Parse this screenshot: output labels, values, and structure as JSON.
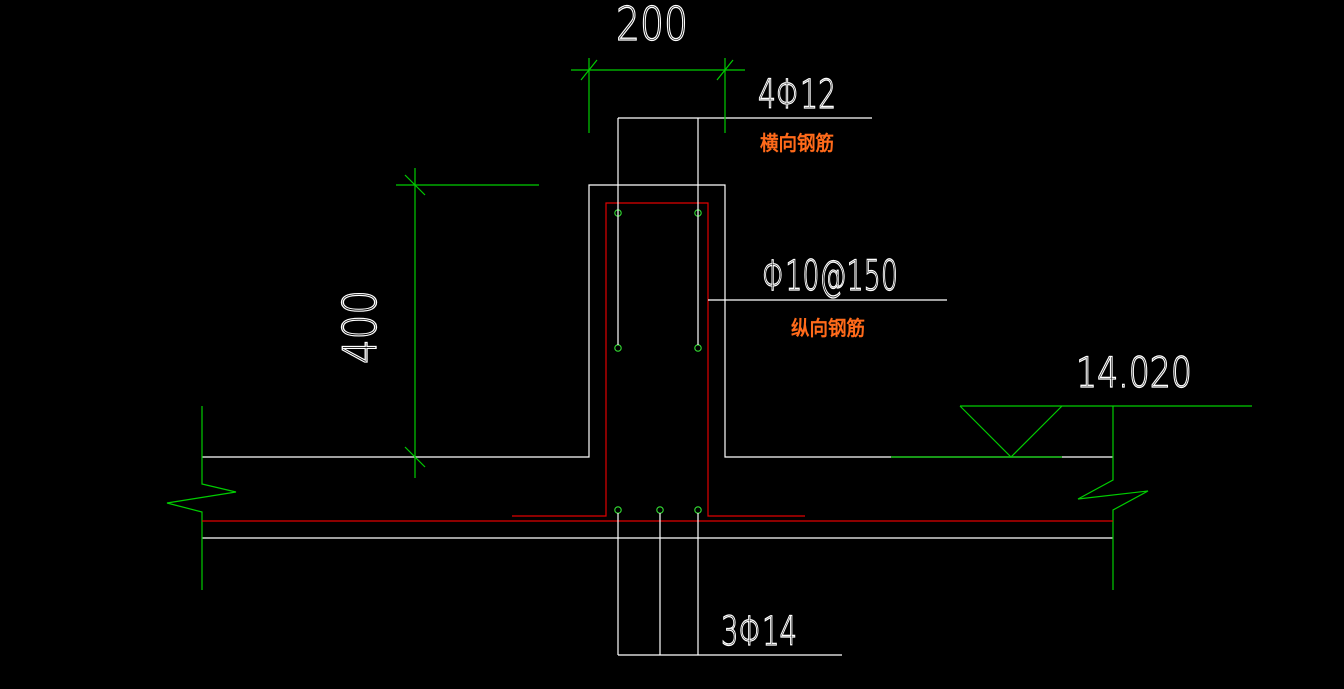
{
  "drawing": {
    "dim_width": "200",
    "dim_height": "400",
    "label_top_bars": "4Φ12",
    "note_top_bars": "横向钢筋",
    "label_stirrup": "Φ10@150",
    "note_stirrup": "纵向钢筋",
    "label_bottom_bars": "3Φ14",
    "elevation": "14.020",
    "colors": {
      "background": "#000000",
      "outline": "#ffffff",
      "dimension": "#00cc00",
      "rebar": "#e00000",
      "note": "#ff6a1a"
    }
  }
}
